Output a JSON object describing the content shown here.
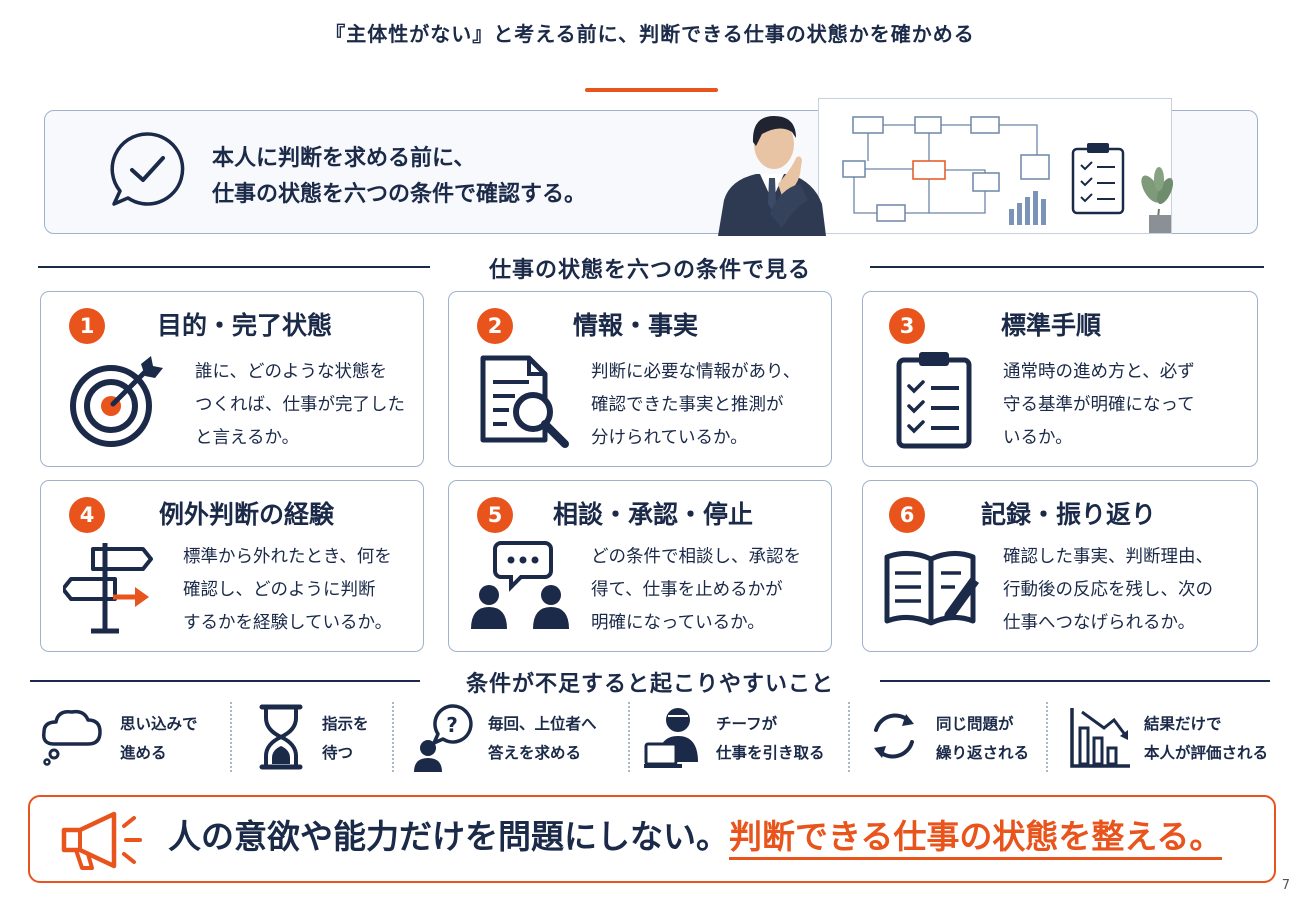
{
  "title": {
    "part1": "『主体性がない』と考える前に、",
    "part2": "判断できる仕事の状態",
    "part3": "かを確かめる"
  },
  "intro": {
    "line1": "本人に判断を求める前に、",
    "line2": "仕事の状態を六つの条件で確認する。"
  },
  "conditions_section": {
    "title": "仕事の状態を六つの条件で見る",
    "cards": [
      {
        "number": "1",
        "title": "目的・完了状態",
        "icon": "target-icon",
        "lines": [
          "誰に、どのような状態を",
          "つくれば、仕事が完了した",
          "と言えるか。"
        ]
      },
      {
        "number": "2",
        "title": "情報・事実",
        "icon": "document-search-icon",
        "lines": [
          "判断に必要な情報があり、",
          "確認できた事実と推測が",
          "分けられているか。"
        ]
      },
      {
        "number": "3",
        "title": "標準手順",
        "icon": "clipboard-checklist-icon",
        "lines": [
          "通常時の進め方と、必ず",
          "守る基準が明確になって",
          "いるか。"
        ]
      },
      {
        "number": "4",
        "title": "例外判断の経験",
        "icon": "signpost-icon",
        "lines": [
          "標準から外れたとき、何を",
          "確認し、どのように判断",
          "するかを経験しているか。"
        ]
      },
      {
        "number": "5",
        "title": "相談・承認・停止",
        "icon": "consultation-icon",
        "lines": [
          "どの条件で相談し、承認を",
          "得て、仕事を止めるかが",
          "明確になっているか。"
        ]
      },
      {
        "number": "6",
        "title": "記録・振り返り",
        "icon": "notebook-pen-icon",
        "lines": [
          "確認した事実、判断理由、",
          "行動後の反応を残し、次の",
          "仕事へつなげられるか。"
        ]
      }
    ]
  },
  "consequences_section": {
    "title": "条件が不足すると起こりやすいこと",
    "items": [
      {
        "icon": "thought-cloud-icon",
        "lines": [
          "思い込みで",
          "進める"
        ]
      },
      {
        "icon": "hourglass-icon",
        "lines": [
          "指示を",
          "待つ"
        ]
      },
      {
        "icon": "question-person-icon",
        "lines": [
          "毎回、上位者へ",
          "答えを求める"
        ]
      },
      {
        "icon": "laptop-person-icon",
        "lines": [
          "チーフが",
          "仕事を引き取る"
        ]
      },
      {
        "icon": "repeat-cycle-icon",
        "lines": [
          "同じ問題が",
          "繰り返される"
        ]
      },
      {
        "icon": "declining-chart-icon",
        "lines": [
          "結果だけで",
          "本人が評価される"
        ]
      }
    ]
  },
  "footer": {
    "part1": "人の意欲や能力だけを問題にしない。",
    "part2": "判断できる仕事の状態を整える。"
  },
  "page_number": "7",
  "colors": {
    "navy": "#1b2a48",
    "accent": "#e8541c",
    "border": "#9fb2cc"
  }
}
